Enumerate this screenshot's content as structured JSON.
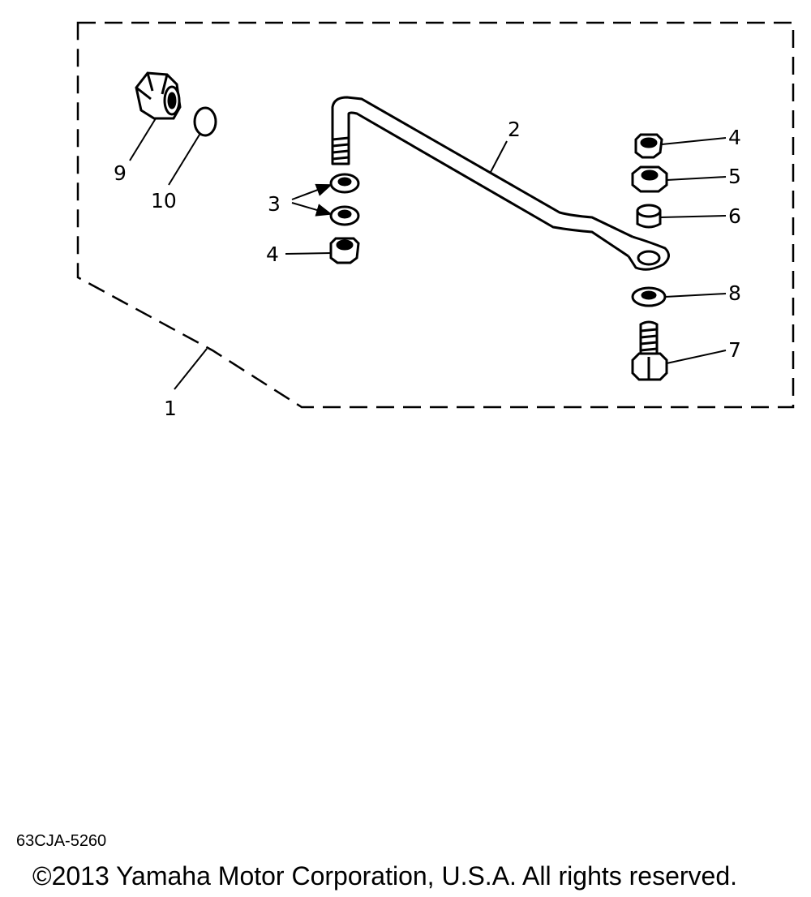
{
  "diagram": {
    "callouts": [
      "1",
      "2",
      "3",
      "4",
      "4",
      "5",
      "6",
      "7",
      "8",
      "9",
      "10"
    ]
  },
  "footer": {
    "part_code": "63CJA-5260",
    "copyright": "©2013 Yamaha Motor Corporation, U.S.A. All rights reserved."
  }
}
